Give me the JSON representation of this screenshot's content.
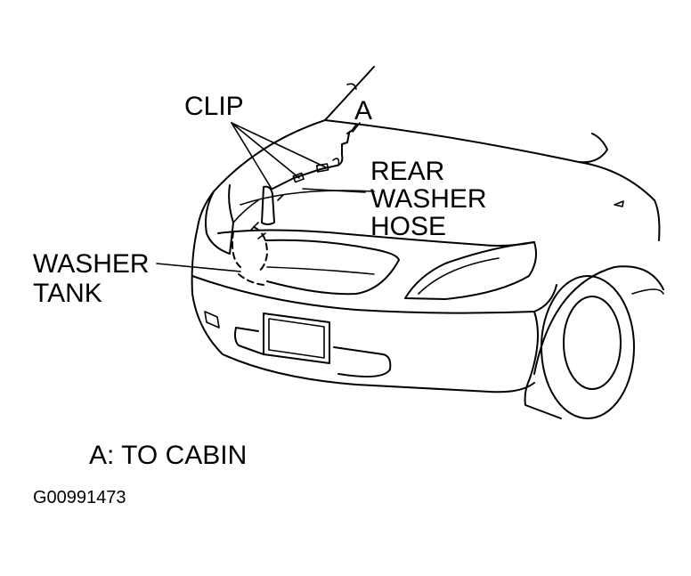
{
  "labels": {
    "clip": "CLIP",
    "a_marker": "A",
    "rear_washer_hose": [
      "REAR",
      "WASHER",
      "HOSE"
    ],
    "washer_tank": [
      "WASHER",
      "TANK"
    ],
    "legend_a": "A: TO CABIN",
    "figure_code": "G00991473"
  }
}
